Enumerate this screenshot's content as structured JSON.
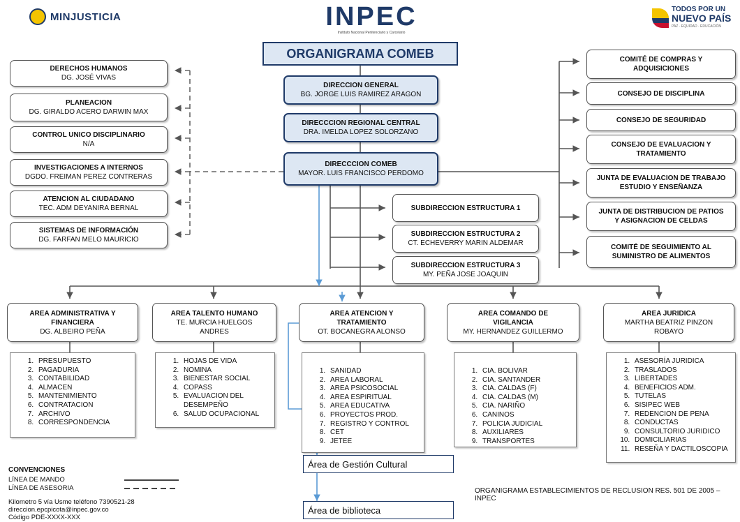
{
  "header": {
    "left_logo": "MINJUSTICIA",
    "center_logo": "INPEC",
    "center_sub": "Instituto Nacional Penitenciario y Carcelario",
    "right_logo_top": "TODOS POR UN",
    "right_logo_main": "NUEVO PAÍS",
    "right_logo_sub": "PAZ · EQUIDAD · EDUCACIÓN",
    "title": "ORGANIGRAMA COMEB"
  },
  "center": [
    {
      "title": "DIRECCION GENERAL",
      "name": "BG. JORGE LUIS RAMIREZ ARAGON"
    },
    {
      "title": "DIRECCCION REGIONAL CENTRAL",
      "name": "DRA. IMELDA LOPEZ SOLORZANO"
    },
    {
      "title": "DIRECCCION COMEB",
      "name": "MAYOR. LUIS FRANCISCO PERDOMO"
    }
  ],
  "advisory": [
    {
      "title": "DERECHOS HUMANOS",
      "name": "DG. JOSÉ VIVAS"
    },
    {
      "title": "PLANEACION",
      "name": "DG. GIRALDO ACERO DARWIN MAX"
    },
    {
      "title": "CONTROL UNICO DISCIPLINARIO",
      "name": "N/A"
    },
    {
      "title": "INVESTIGACIONES A INTERNOS",
      "name": "DGDO. FREIMAN PEREZ CONTRERAS"
    },
    {
      "title": "ATENCION AL CIUDADANO",
      "name": "TEC. ADM DEYANIRA BERNAL"
    },
    {
      "title": "SISTEMAS DE INFORMACIÓN",
      "name": "DG. FARFAN MELO MAURICIO"
    }
  ],
  "committees": [
    {
      "line1": "COMITÉ DE COMPRAS Y",
      "line2": "ADQUISICIONES"
    },
    {
      "line1": "CONSEJO DE DISCIPLINA",
      "line2": ""
    },
    {
      "line1": "CONSEJO DE SEGURIDAD",
      "line2": ""
    },
    {
      "line1": "CONSEJO DE EVALUACION Y",
      "line2": "TRATAMIENTO"
    },
    {
      "line1": "JUNTA DE EVALUACION DE TRABAJO",
      "line2": "ESTUDIO Y ENSEÑANZA"
    },
    {
      "line1": "JUNTA DE DISTRIBUCION DE PATIOS",
      "line2": "Y ASIGNACION DE CELDAS"
    },
    {
      "line1": "COMITÉ DE SEGUIMIENTO AL",
      "line2": "SUMINISTRO DE ALIMENTOS"
    }
  ],
  "subdirections": [
    {
      "title": "SUBDIRECCION ESTRUCTURA 1",
      "name": ""
    },
    {
      "title": "SUBDIRECCION ESTRUCTURA 2",
      "name": "CT. ECHEVERRY MARIN ALDEMAR"
    },
    {
      "title": "SUBDIRECCION ESTRUCTURA 3",
      "name": "MY. PEÑA JOSE JOAQUIN"
    }
  ],
  "areas": [
    {
      "title1": "AREA ADMINISTRATIVA Y",
      "title2": "FINANCIERA",
      "name1": "DG. ALBEIRO PEÑA",
      "name2": "",
      "items": [
        "PRESUPUESTO",
        "PAGADURIA",
        "CONTABILIDAD",
        "ALMACEN",
        "MANTENIMIENTO",
        "CONTRATACION",
        "ARCHIVO",
        "CORRESPONDENCIA"
      ]
    },
    {
      "title1": "AREA TALENTO HUMANO",
      "title2": "",
      "name1": "TE. MURCIA HUELGOS",
      "name2": "ANDRES",
      "items": [
        "HOJAS DE VIDA",
        "NOMINA",
        "BIENESTAR SOCIAL",
        "COPASS",
        "EVALUACION DEL DESEMPEÑO",
        "SALUD OCUPACIONAL"
      ]
    },
    {
      "title1": "AREA ATENCION Y",
      "title2": "TRATAMIENTO",
      "name1": "OT. BOCANEGRA ALONSO",
      "name2": "",
      "items": [
        "SANIDAD",
        "AREA LABORAL",
        "AREA PSICOSOCIAL",
        "AREA ESPIRITUAL",
        "AREA EDUCATIVA",
        "PROYECTOS PROD.",
        "REGISTRO Y CONTROL",
        "CET",
        "JETEE"
      ]
    },
    {
      "title1": "AREA COMANDO DE",
      "title2": "VIGILANCIA",
      "name1": "MY. HERNANDEZ GUILLERMO",
      "name2": "",
      "items": [
        "CIA. BOLIVAR",
        "CIA. SANTANDER",
        "CIA. CALDAS (F)",
        "CIA. CALDAS (M)",
        "CIA. NARIÑO",
        "CANINOS",
        "POLICIA JUDICIAL",
        "AUXILIARES",
        "TRANSPORTES"
      ]
    },
    {
      "title1": "AREA JURIDICA",
      "title2": "",
      "name1": "MARTHA BEATRIZ PINZON",
      "name2": "ROBAYO",
      "items": [
        "ASESORÍA JURIDICA",
        "TRASLADOS",
        "LIBERTADES",
        "BENEFICIOS ADM.",
        "TUTELAS",
        "SISIPEC WEB",
        "REDENCION DE PENA",
        "CONDUCTAS",
        "CONSULTORIO JURIDICO",
        "DOMICILIARIAS",
        "RESEÑA Y DACTILOSCOPIA"
      ]
    }
  ],
  "added": {
    "cultural": "Área de Gestión Cultural",
    "library": "Área de biblioteca"
  },
  "conventions": {
    "title": "CONVENCIONES",
    "mando": "LÍNEA DE MANDO",
    "asesoria": "LÍNEA DE ASESORIA",
    "addr1": "Kilometro 5 vía Usme teléfono  7390521-28",
    "addr2": "direccion.epcpicota@inpec.gov.co",
    "addr3": "Código PDE-XXXX-XXX"
  },
  "footer_note": "ORGANIGRAMA ESTABLECIMIENTOS DE RECLUSION RES. 501 DE 2005 – INPEC",
  "colors": {
    "accent": "#1f3a68",
    "blue_fill": "#dde7f3",
    "arrow_blue": "#5b9bd5",
    "line": "#555555",
    "brand_red": "#c8102e",
    "brand_yellow": "#f4c400"
  }
}
